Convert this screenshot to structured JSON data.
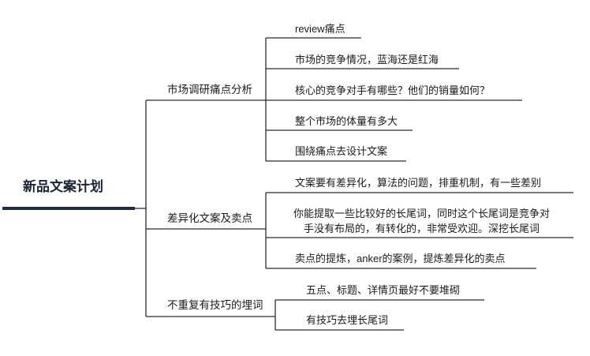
{
  "root": {
    "label": "新品文案计划",
    "branches": [
      {
        "label": "市场调研痛点分析",
        "leaves": [
          {
            "label": "review痛点"
          },
          {
            "label": "市场的竞争情况，蓝海还是红海"
          },
          {
            "label": "核心的竞争对手有哪些？他们的销量如何？"
          },
          {
            "label": "整个市场的体量有多大"
          },
          {
            "label": "围绕痛点去设计文案"
          }
        ]
      },
      {
        "label": "差异化文案及卖点",
        "leaves": [
          {
            "label": "文案要有差异化，算法的问题，排重机制，有一些差别"
          },
          {
            "line1": "你能提取一些比较好的长尾词，同时这个长尾词是竞争对",
            "line2": "手没有布局的，有转化的，非常受欢迎。深挖长尾词"
          },
          {
            "label": "卖点的提炼，anker的案例，提炼差异化的卖点"
          }
        ]
      },
      {
        "label": "不重复有技巧的埋词",
        "leaves": [
          {
            "label": "五点、标题、详情页最好不要堆砌"
          },
          {
            "label": "有技巧去埋长尾词"
          }
        ]
      }
    ]
  },
  "colors": {
    "root_line": "#232a3b",
    "branch_line": "#2b2b2b",
    "text": "#1a1a1a"
  }
}
